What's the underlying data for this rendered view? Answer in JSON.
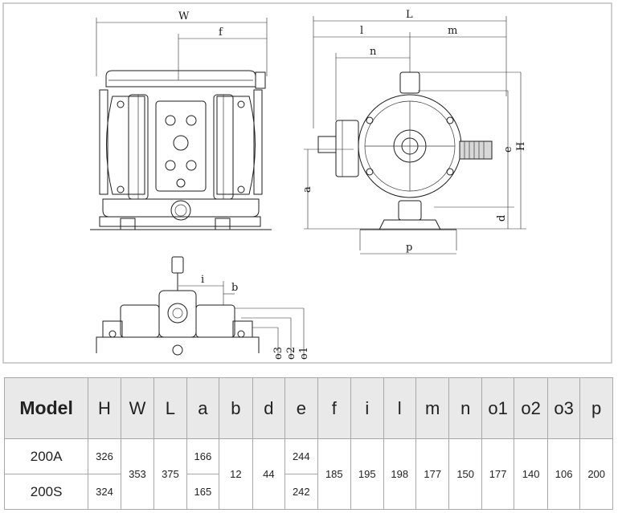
{
  "drawing": {
    "labels": {
      "W": "W",
      "f": "f",
      "L": "L",
      "l": "l",
      "m": "m",
      "n": "n",
      "a": "a",
      "e": "e",
      "H": "H",
      "d": "d",
      "p": "p",
      "i": "i",
      "b": "b",
      "o3": "o3",
      "o2": "o2",
      "o1": "o1"
    }
  },
  "table": {
    "headers": [
      "Model",
      "H",
      "W",
      "L",
      "a",
      "b",
      "d",
      "e",
      "f",
      "i",
      "l",
      "m",
      "n",
      "o1",
      "o2",
      "o3",
      "p"
    ],
    "models": [
      "200A",
      "200S"
    ],
    "H": [
      "326",
      "324"
    ],
    "W": "353",
    "L": "375",
    "a": [
      "166",
      "165"
    ],
    "b": "12",
    "d": "44",
    "e": [
      "244",
      "242"
    ],
    "f": "185",
    "i": "195",
    "l": "198",
    "m": "177",
    "n": "150",
    "o1": "177",
    "o2": "140",
    "o3": "106",
    "p": "200"
  }
}
